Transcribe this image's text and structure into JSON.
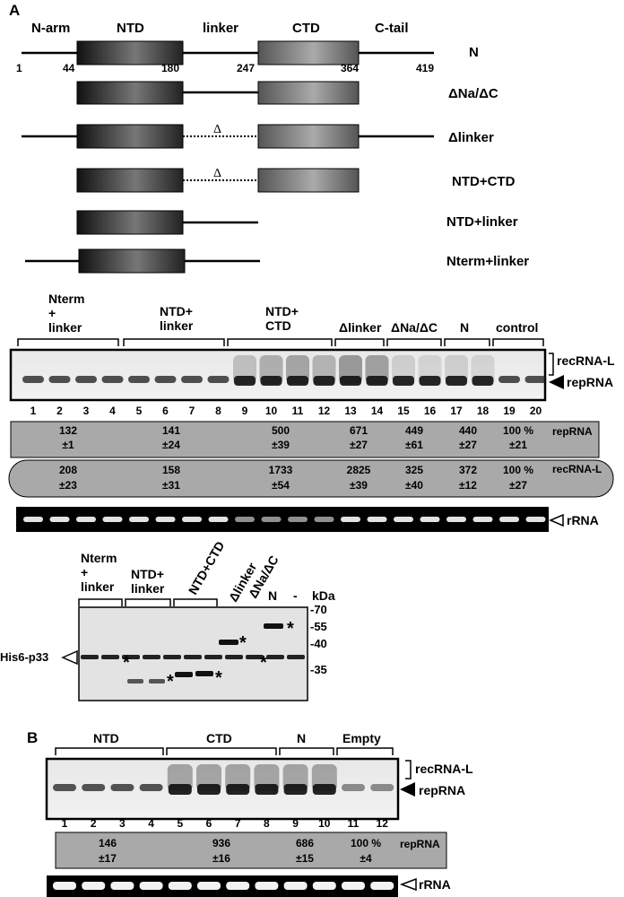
{
  "panel_a": {
    "label": "A",
    "domain_labels": [
      "N-arm",
      "NTD",
      "linker",
      "CTD",
      "C-tail"
    ],
    "positions": [
      "1",
      "44",
      "180",
      "247",
      "364",
      "419"
    ],
    "constructs": [
      "N",
      "ΔNa/ΔC",
      "Δlinker",
      "NTD+CTD",
      "NTD+linker",
      "Nterm+linker"
    ],
    "deletion_mark": "Δ",
    "groups": [
      {
        "l1": "Nterm",
        "l2": "+",
        "l3": "linker"
      },
      {
        "l1": "NTD+",
        "l2": "linker"
      },
      {
        "l1": "NTD+",
        "l2": "CTD"
      },
      {
        "l1": "Δlinker"
      },
      {
        "l1": "ΔNa/ΔC"
      },
      {
        "l1": "N"
      },
      {
        "l1": "control"
      }
    ],
    "lanes": [
      "1",
      "2",
      "3",
      "4",
      "5",
      "6",
      "7",
      "8",
      "9",
      "10",
      "11",
      "12",
      "13",
      "14",
      "15",
      "16",
      "17",
      "18",
      "19",
      "20"
    ],
    "side_labels": {
      "recrna_l": "recRNA-L",
      "reprna": "repRNA",
      "rrna": "rRNA"
    },
    "reprna_table": {
      "label": "repRNA",
      "values": [
        {
          "v": "132",
          "e": "±1"
        },
        {
          "v": "141",
          "e": "±24"
        },
        {
          "v": "500",
          "e": "±39"
        },
        {
          "v": "671",
          "e": "±27"
        },
        {
          "v": "449",
          "e": "±61"
        },
        {
          "v": "440",
          "e": "±27"
        },
        {
          "v": "100 %",
          "e": "±21"
        }
      ]
    },
    "recrna_table": {
      "label": "recRNA-L",
      "values": [
        {
          "v": "208",
          "e": "±23"
        },
        {
          "v": "158",
          "e": "±31"
        },
        {
          "v": "1733",
          "e": "±54"
        },
        {
          "v": "2825",
          "e": "±39"
        },
        {
          "v": "325",
          "e": "±40"
        },
        {
          "v": "372",
          "e": "±12"
        },
        {
          "v": "100 %",
          "e": "±27"
        }
      ]
    },
    "western": {
      "groups": [
        {
          "l1": "Nterm",
          "l2": "+",
          "l3": "linker"
        },
        {
          "l1": "NTD+",
          "l2": "linker"
        },
        {
          "l1": "NTD+CTD"
        },
        {
          "l1": "Δlinker"
        },
        {
          "l1": "ΔNa/ΔC"
        },
        {
          "l1": "N"
        },
        {
          "l1": "-"
        }
      ],
      "kda_label": "kDa",
      "markers": [
        "-70",
        "-55",
        "-40",
        "-35"
      ],
      "protein_label": "His6-p33",
      "star": "*"
    }
  },
  "panel_b": {
    "label": "B",
    "groups": [
      "NTD",
      "CTD",
      "N",
      "Empty"
    ],
    "lanes": [
      "1",
      "2",
      "3",
      "4",
      "5",
      "6",
      "7",
      "8",
      "9",
      "10",
      "11",
      "12"
    ],
    "side_labels": {
      "recrna_l": "recRNA-L",
      "reprna": "repRNA",
      "rrna": "rRNA"
    },
    "reprna_table": {
      "label": "repRNA",
      "values": [
        {
          "v": "146",
          "e": "±17"
        },
        {
          "v": "936",
          "e": "±16"
        },
        {
          "v": "686",
          "e": "±15"
        },
        {
          "v": "100 %",
          "e": "±4"
        }
      ]
    }
  }
}
